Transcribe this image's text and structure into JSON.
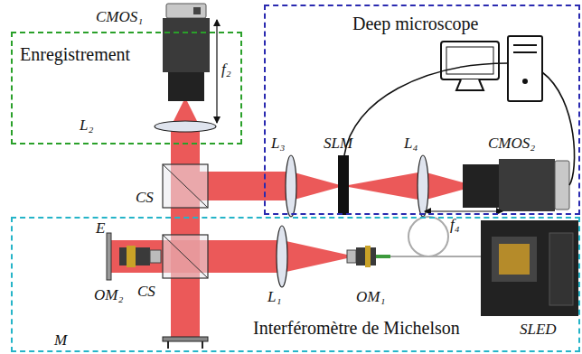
{
  "diagram": {
    "nodes": [
      {
        "text": [
          "Enregistrement"
        ]
      },
      {
        "text": [
          "Deep microscope"
        ]
      },
      {
        "text": [
          "Interféromètre de Michelson"
        ]
      }
    ],
    "labels": [
      "CMOS₁",
      "f₂",
      "L₂",
      "CS",
      "L₃",
      "SLM",
      "L₄",
      "CMOS₂",
      "f₄",
      "E",
      "OM₂",
      "CS",
      "L₁",
      "OM₁",
      "SLED",
      "M"
    ]
  }
}
